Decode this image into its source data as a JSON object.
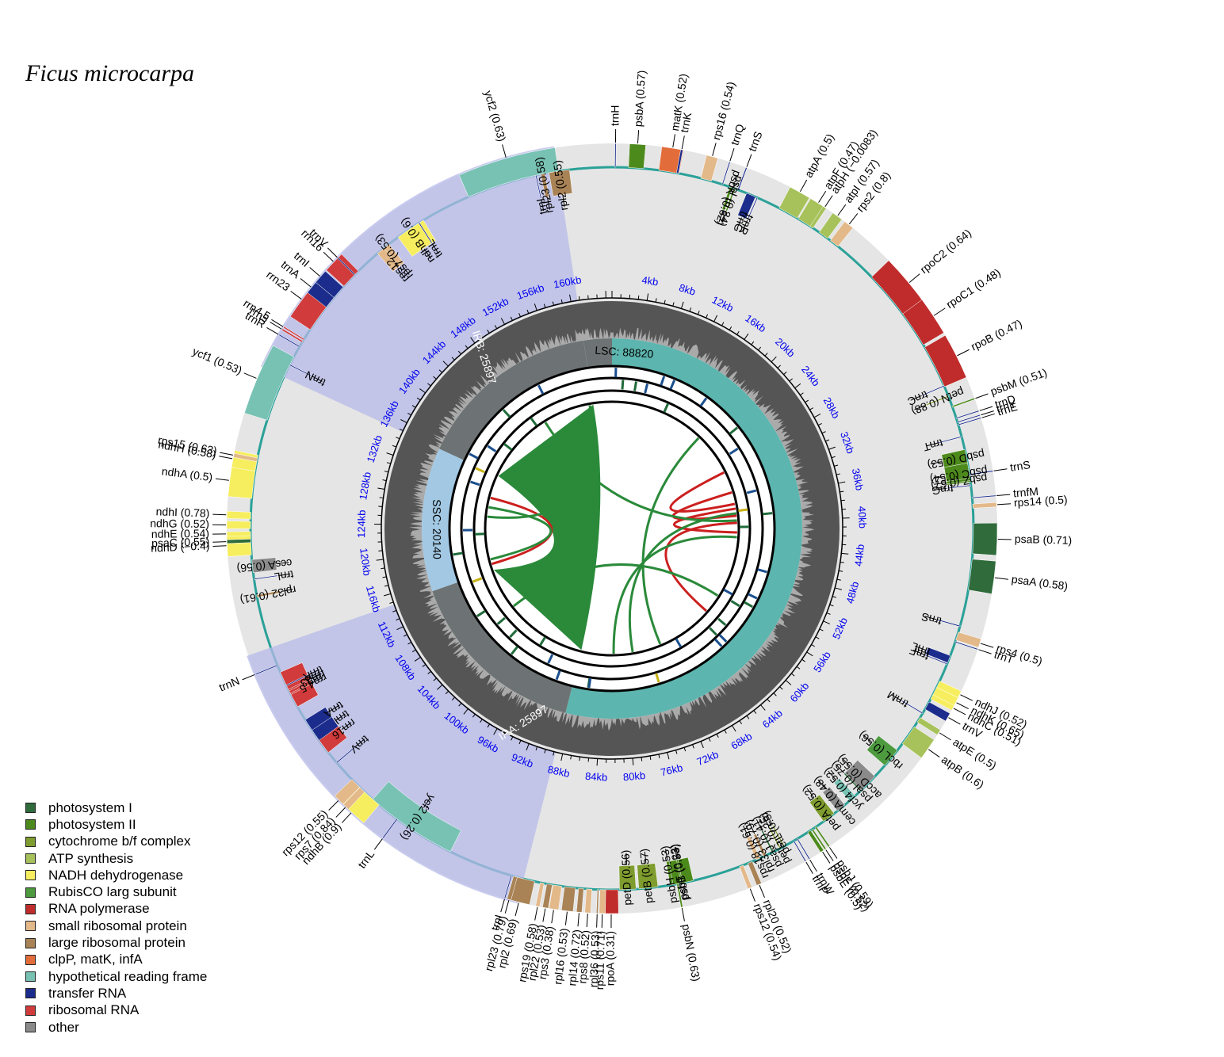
{
  "title": "Ficus microcarpa",
  "genome_length": 164693,
  "colors": {
    "ring_bg": "#e5e5e5",
    "lsc": "#5cb5ae",
    "ssc": "#a2c8e3",
    "ir": "#6d7374",
    "ir_overlay": "#b5b9e8",
    "gc_dark": "#555555",
    "gc_light": "#aaaaaa",
    "tick_label": "#0000ee",
    "repeat_red": "#cc1f1f",
    "repeat_green": "#2a8a3a"
  },
  "legend": [
    {
      "label": "photosystem I",
      "color": "#2f6b3b"
    },
    {
      "label": "photosystem II",
      "color": "#4d8a1c"
    },
    {
      "label": "cytochrome b/f complex",
      "color": "#7f9c2e"
    },
    {
      "label": "ATP synthesis",
      "color": "#a7c25a"
    },
    {
      "label": "NADH dehydrogenase",
      "color": "#f7ee5f"
    },
    {
      "label": "RubisCO larg subunit",
      "color": "#4d9a3f"
    },
    {
      "label": "RNA polymerase",
      "color": "#c02c2c"
    },
    {
      "label": "small ribosomal protein",
      "color": "#e3b98a"
    },
    {
      "label": "large ribosomal protein",
      "color": "#a98356"
    },
    {
      "label": "clpP, matK, infA",
      "color": "#e36d3a"
    },
    {
      "label": "hypothetical reading frame",
      "color": "#78c2b4"
    },
    {
      "label": "transfer RNA",
      "color": "#1c2c8c"
    },
    {
      "label": "ribosomal RNA",
      "color": "#d13b3b"
    },
    {
      "label": "other",
      "color": "#8a8a8a"
    }
  ],
  "regions": [
    {
      "name": "LSC",
      "label": "LSC: 88820",
      "start": 0,
      "end": 88820
    },
    {
      "name": "IRA",
      "label": "IRA: 25897",
      "start": 88820,
      "end": 114717
    },
    {
      "name": "SSC",
      "label": "SSC: 20140",
      "start": 114717,
      "end": 134857
    },
    {
      "name": "IRB",
      "label": "IRB: 25897",
      "start": 134857,
      "end": 160754
    }
  ],
  "kb_ticks": [
    "4kb",
    "8kb",
    "12kb",
    "16kb",
    "20kb",
    "24kb",
    "28kb",
    "32kb",
    "36kb",
    "40kb",
    "44kb",
    "48kb",
    "52kb",
    "56kb",
    "60kb",
    "64kb",
    "68kb",
    "72kb",
    "76kb",
    "80kb",
    "84kb",
    "88kb",
    "92kb",
    "96kb",
    "100kb",
    "104kb",
    "108kb",
    "112kb",
    "116kb",
    "120kb",
    "124kb",
    "128kb",
    "132kb",
    "136kb",
    "140kb",
    "144kb",
    "148kb",
    "152kb",
    "156kb",
    "160kb"
  ],
  "genes": [
    {
      "label": "psbA (0.57)",
      "cat": 1,
      "pos": 1200,
      "len": 1100,
      "out": true
    },
    {
      "label": "trnH",
      "cat": 11,
      "pos": 200,
      "len": 80,
      "out": true
    },
    {
      "label": "matK (0.52)",
      "cat": 9,
      "pos": 3400,
      "len": 1500,
      "out": true
    },
    {
      "label": "trnK",
      "cat": 11,
      "pos": 4700,
      "len": 150,
      "out": true
    },
    {
      "label": "rps16 (0.54)",
      "cat": 7,
      "pos": 6500,
      "len": 800,
      "out": true
    },
    {
      "label": "trnQ",
      "cat": 11,
      "pos": 8100,
      "len": 80,
      "out": true
    },
    {
      "label": "psbK (0.62)",
      "cat": 1,
      "pos": 8700,
      "len": 200,
      "out": false
    },
    {
      "label": "psbI (0.84)",
      "cat": 1,
      "pos": 9000,
      "len": 120,
      "out": false
    },
    {
      "label": "trnS",
      "cat": 11,
      "pos": 9300,
      "len": 90,
      "out": true
    },
    {
      "label": "trnG",
      "cat": 11,
      "pos": 10000,
      "len": 700,
      "out": false
    },
    {
      "label": "trnR",
      "cat": 11,
      "pos": 10800,
      "len": 80,
      "out": false
    },
    {
      "label": "atpA (0.5)",
      "cat": 3,
      "pos": 12600,
      "len": 1500,
      "out": true
    },
    {
      "label": "atpF (0.47)",
      "cat": 3,
      "pos": 14200,
      "len": 1200,
      "out": true
    },
    {
      "label": "atpH (−0.0083)",
      "cat": 3,
      "pos": 15200,
      "len": 250,
      "out": true
    },
    {
      "label": "atpI (0.57)",
      "cat": 3,
      "pos": 16000,
      "len": 750,
      "out": true
    },
    {
      "label": "rps2 (0.8)",
      "cat": 7,
      "pos": 17000,
      "len": 700,
      "out": true
    },
    {
      "label": "rpoC2 (0.64)",
      "cat": 6,
      "pos": 21000,
      "len": 4100,
      "out": true
    },
    {
      "label": "rpoC1 (0.48)",
      "cat": 6,
      "pos": 24500,
      "len": 2700,
      "out": true
    },
    {
      "label": "rpoB (0.47)",
      "cat": 6,
      "pos": 27400,
      "len": 3200,
      "out": true
    },
    {
      "label": "trnC",
      "cat": 11,
      "pos": 30500,
      "len": 80,
      "out": false
    },
    {
      "label": "petN (0.88)",
      "cat": 2,
      "pos": 31300,
      "len": 100,
      "out": false
    },
    {
      "label": "psbM (0.51)",
      "cat": 1,
      "pos": 32100,
      "len": 110,
      "out": true
    },
    {
      "label": "trnD",
      "cat": 11,
      "pos": 33000,
      "len": 80,
      "out": true
    },
    {
      "label": "trnY",
      "cat": 11,
      "pos": 33300,
      "len": 80,
      "out": true
    },
    {
      "label": "trnE",
      "cat": 11,
      "pos": 33500,
      "len": 80,
      "out": true
    },
    {
      "label": "trnT",
      "cat": 11,
      "pos": 34400,
      "len": 80,
      "out": false
    },
    {
      "label": "psbD (0.53)",
      "cat": 1,
      "pos": 35400,
      "len": 1060,
      "out": false
    },
    {
      "label": "psbC (0.54)",
      "cat": 1,
      "pos": 36400,
      "len": 1400,
      "out": false
    },
    {
      "label": "psbZ (0.67)",
      "cat": 1,
      "pos": 37500,
      "len": 190,
      "out": false
    },
    {
      "label": "trnG",
      "cat": 11,
      "pos": 38000,
      "len": 80,
      "out": false
    },
    {
      "label": "trnS",
      "cat": 11,
      "pos": 37200,
      "len": 90,
      "out": true
    },
    {
      "label": "trnfM",
      "cat": 11,
      "pos": 38900,
      "len": 80,
      "out": true
    },
    {
      "label": "rps14 (0.5)",
      "cat": 7,
      "pos": 39400,
      "len": 300,
      "out": true
    },
    {
      "label": "psaB (0.71)",
      "cat": 0,
      "pos": 40800,
      "len": 2200,
      "out": true
    },
    {
      "label": "psaA (0.58)",
      "cat": 0,
      "pos": 43400,
      "len": 2250,
      "out": true
    },
    {
      "label": "rps4 (0.5)",
      "cat": 7,
      "pos": 48800,
      "len": 600,
      "out": true
    },
    {
      "label": "trnT",
      "cat": 11,
      "pos": 49500,
      "len": 80,
      "out": true
    },
    {
      "label": "trnS",
      "cat": 11,
      "pos": 48300,
      "len": 90,
      "out": false
    },
    {
      "label": "trnL",
      "cat": 11,
      "pos": 50600,
      "len": 550,
      "out": false
    },
    {
      "label": "trnF",
      "cat": 11,
      "pos": 51200,
      "len": 80,
      "out": false
    },
    {
      "label": "ndhJ (0.52)",
      "cat": 4,
      "pos": 52600,
      "len": 500,
      "out": true
    },
    {
      "label": "ndhK (0.65)",
      "cat": 4,
      "pos": 53100,
      "len": 700,
      "out": true
    },
    {
      "label": "ndhC (0.51)",
      "cat": 4,
      "pos": 53700,
      "len": 360,
      "out": true
    },
    {
      "label": "trnV",
      "cat": 11,
      "pos": 54300,
      "len": 600,
      "out": true
    },
    {
      "label": "trnM",
      "cat": 11,
      "pos": 55200,
      "len": 80,
      "out": false
    },
    {
      "label": "atpE (0.5)",
      "cat": 3,
      "pos": 55600,
      "len": 400,
      "out": true
    },
    {
      "label": "atpB (0.6)",
      "cat": 3,
      "pos": 56400,
      "len": 1500,
      "out": true
    },
    {
      "label": "rbcL (0.56)",
      "cat": 5,
      "pos": 58500,
      "len": 1430,
      "out": false
    },
    {
      "label": "accD (0.55)",
      "cat": 13,
      "pos": 61000,
      "len": 1500,
      "out": false
    },
    {
      "label": "psaI (0.75)",
      "cat": 0,
      "pos": 62400,
      "len": 110,
      "out": false
    },
    {
      "label": "ycf4 (0.52)",
      "cat": 10,
      "pos": 63000,
      "len": 550,
      "out": false
    },
    {
      "label": "cemA (0.48)",
      "cat": 13,
      "pos": 64000,
      "len": 690,
      "out": false
    },
    {
      "label": "petA (0.52)",
      "cat": 2,
      "pos": 65000,
      "len": 960,
      "out": false
    },
    {
      "label": "psbJ (0.59)",
      "cat": 1,
      "pos": 66600,
      "len": 120,
      "out": true
    },
    {
      "label": "psbF (0.52)",
      "cat": 1,
      "pos": 66900,
      "len": 120,
      "out": true
    },
    {
      "label": "psbE (0.5)",
      "cat": 1,
      "pos": 67100,
      "len": 250,
      "out": true
    },
    {
      "label": "trnW",
      "cat": 11,
      "pos": 68200,
      "len": 80,
      "out": true
    },
    {
      "label": "trnP",
      "cat": 11,
      "pos": 68500,
      "len": 80,
      "out": true
    },
    {
      "label": "petL (0.5)",
      "cat": 2,
      "pos": 69300,
      "len": 100,
      "out": false
    },
    {
      "label": "petG (0.25)",
      "cat": 2,
      "pos": 69600,
      "len": 110,
      "out": false
    },
    {
      "label": "psaJ (0.41)",
      "cat": 0,
      "pos": 70200,
      "len": 130,
      "out": false
    },
    {
      "label": "rpl33 (0.79)",
      "cat": 8,
      "pos": 70800,
      "len": 200,
      "out": false
    },
    {
      "label": "rps18 (0.61)",
      "cat": 7,
      "pos": 71300,
      "len": 300,
      "out": false
    },
    {
      "label": "rpl20 (0.52)",
      "cat": 8,
      "pos": 71900,
      "len": 350,
      "out": true
    },
    {
      "label": "rps12 (0.54)",
      "cat": 7,
      "pos": 72600,
      "len": 300,
      "out": true
    },
    {
      "label": "psbB (0.53)",
      "cat": 1,
      "pos": 76400,
      "len": 1530,
      "out": false
    },
    {
      "label": "psbT (0.23)",
      "cat": 1,
      "pos": 77200,
      "len": 110,
      "out": false
    },
    {
      "label": "psbN (0.63)",
      "cat": 1,
      "pos": 77500,
      "len": 130,
      "out": true
    },
    {
      "label": "psbH (0.53)",
      "cat": 1,
      "pos": 77900,
      "len": 220,
      "out": false
    },
    {
      "label": "petB (0.57)",
      "cat": 2,
      "pos": 79000,
      "len": 1400,
      "out": false
    },
    {
      "label": "petD (0.56)",
      "cat": 2,
      "pos": 80600,
      "len": 1200,
      "out": false
    },
    {
      "label": "rpoA (0.31)",
      "cat": 6,
      "pos": 81900,
      "len": 1000,
      "out": true
    },
    {
      "label": "rps11 (0.71)",
      "cat": 7,
      "pos": 82800,
      "len": 420,
      "out": true
    },
    {
      "label": "rpl36 (0.53)",
      "cat": 8,
      "pos": 83300,
      "len": 110,
      "out": true
    },
    {
      "label": "rps8 (0.52)",
      "cat": 7,
      "pos": 83800,
      "len": 400,
      "out": true
    },
    {
      "label": "rpl14 (0.72)",
      "cat": 8,
      "pos": 84400,
      "len": 370,
      "out": true
    },
    {
      "label": "rpl16 (0.53)",
      "cat": 8,
      "pos": 85000,
      "len": 800,
      "out": true
    },
    {
      "label": "rps3 (0.38)",
      "cat": 7,
      "pos": 86000,
      "len": 650,
      "out": true
    },
    {
      "label": "rpl22 (0.53)",
      "cat": 8,
      "pos": 86700,
      "len": 400,
      "out": true
    },
    {
      "label": "rps19 (0.58)",
      "cat": 7,
      "pos": 87300,
      "len": 280,
      "out": true
    },
    {
      "label": "rpl2 (0.69)",
      "cat": 8,
      "pos": 88000,
      "len": 1500,
      "out": true
    },
    {
      "label": "rpl23 (0.79)",
      "cat": 8,
      "pos": 89300,
      "len": 280,
      "out": true
    },
    {
      "label": "trnI",
      "cat": 11,
      "pos": 89700,
      "len": 80,
      "out": true
    },
    {
      "label": "ycf2 (0.26)",
      "cat": 10,
      "pos": 94500,
      "len": 6800,
      "out": false
    },
    {
      "label": "trnL",
      "cat": 11,
      "pos": 99000,
      "len": 80,
      "out": true
    },
    {
      "label": "ndhB (0.9)",
      "cat": 4,
      "pos": 100700,
      "len": 2200,
      "out": true
    },
    {
      "label": "rps7 (0.84)",
      "cat": 7,
      "pos": 102100,
      "len": 470,
      "out": true
    },
    {
      "label": "rps12 (0.55)",
      "cat": 7,
      "pos": 102600,
      "len": 800,
      "out": true
    },
    {
      "label": "trnV",
      "cat": 11,
      "pos": 105000,
      "len": 80,
      "out": false
    },
    {
      "label": "rrn16",
      "cat": 12,
      "pos": 106000,
      "len": 1500,
      "out": false
    },
    {
      "label": "trnI",
      "cat": 11,
      "pos": 107100,
      "len": 1000,
      "out": false
    },
    {
      "label": "trnA",
      "cat": 11,
      "pos": 108000,
      "len": 900,
      "out": false
    },
    {
      "label": "rrn23",
      "cat": 12,
      "pos": 110000,
      "len": 2800,
      "out": false
    },
    {
      "label": "rrn4.5",
      "cat": 12,
      "pos": 111000,
      "len": 100,
      "out": false
    },
    {
      "label": "rrn5",
      "cat": 12,
      "pos": 111300,
      "len": 120,
      "out": false
    },
    {
      "label": "trnR",
      "cat": 11,
      "pos": 111700,
      "len": 80,
      "out": false
    },
    {
      "label": "trnN",
      "cat": 11,
      "pos": 113300,
      "len": 80,
      "out": true
    },
    {
      "label": "rpl32 (0.61)",
      "cat": 8,
      "pos": 118500,
      "len": 170,
      "out": false
    },
    {
      "label": "trnL",
      "cat": 11,
      "pos": 119800,
      "len": 80,
      "out": false
    },
    {
      "label": "ccsA (0.56)",
      "cat": 13,
      "pos": 120300,
      "len": 960,
      "out": false
    },
    {
      "label": "ndhD (−0.4)",
      "cat": 4,
      "pos": 121600,
      "len": 1500,
      "out": true
    },
    {
      "label": "psaC (0.55)",
      "cat": 0,
      "pos": 122500,
      "len": 250,
      "out": true
    },
    {
      "label": "ndhE (0.54)",
      "cat": 4,
      "pos": 123000,
      "len": 300,
      "out": true
    },
    {
      "label": "ndhG (0.52)",
      "cat": 4,
      "pos": 123500,
      "len": 530,
      "out": true
    },
    {
      "label": "ndhI (0.78)",
      "cat": 4,
      "pos": 124200,
      "len": 500,
      "out": true
    },
    {
      "label": "ndhA (0.5)",
      "cat": 4,
      "pos": 125700,
      "len": 2200,
      "out": true
    },
    {
      "label": "ndhH (0.58)",
      "cat": 4,
      "pos": 127700,
      "len": 1180,
      "out": true
    },
    {
      "label": "rps15 (0.63)",
      "cat": 7,
      "pos": 128400,
      "len": 270,
      "out": true
    },
    {
      "label": "ycf1 (0.53)",
      "cat": 10,
      "pos": 131500,
      "len": 5000,
      "out": true
    },
    {
      "label": "trnN",
      "cat": 11,
      "pos": 135800,
      "len": 80,
      "out": false
    },
    {
      "label": "trnR",
      "cat": 11,
      "pos": 137300,
      "len": 80,
      "out": true
    },
    {
      "label": "rrn5",
      "cat": 12,
      "pos": 137700,
      "len": 120,
      "out": true
    },
    {
      "label": "rrn4.5",
      "cat": 12,
      "pos": 137900,
      "len": 100,
      "out": true
    },
    {
      "label": "rrn23",
      "cat": 12,
      "pos": 138800,
      "len": 2800,
      "out": true
    },
    {
      "label": "trnA",
      "cat": 11,
      "pos": 140800,
      "len": 900,
      "out": true
    },
    {
      "label": "trnI",
      "cat": 11,
      "pos": 141700,
      "len": 1000,
      "out": true
    },
    {
      "label": "rrn16",
      "cat": 12,
      "pos": 142800,
      "len": 1500,
      "out": true
    },
    {
      "label": "trnV",
      "cat": 11,
      "pos": 143900,
      "len": 80,
      "out": true
    },
    {
      "label": "rps12",
      "cat": 7,
      "pos": 146200,
      "len": 800,
      "out": false
    },
    {
      "label": "rps7 (0.53)",
      "cat": 7,
      "pos": 146800,
      "len": 470,
      "out": false
    },
    {
      "label": "ndhB (0.6)",
      "cat": 4,
      "pos": 148100,
      "len": 2200,
      "out": false
    },
    {
      "label": "trnL",
      "cat": 11,
      "pos": 149900,
      "len": 80,
      "out": false
    },
    {
      "label": "ycf2 (0.63)",
      "cat": 10,
      "pos": 154000,
      "len": 6800,
      "out": true
    },
    {
      "label": "trnI",
      "cat": 11,
      "pos": 159100,
      "len": 80,
      "out": false
    },
    {
      "label": "rpl23 (0.58)",
      "cat": 8,
      "pos": 159500,
      "len": 280,
      "out": false
    },
    {
      "label": "rpl2 (0.55)",
      "cat": 8,
      "pos": 160100,
      "len": 1500,
      "out": false
    }
  ]
}
